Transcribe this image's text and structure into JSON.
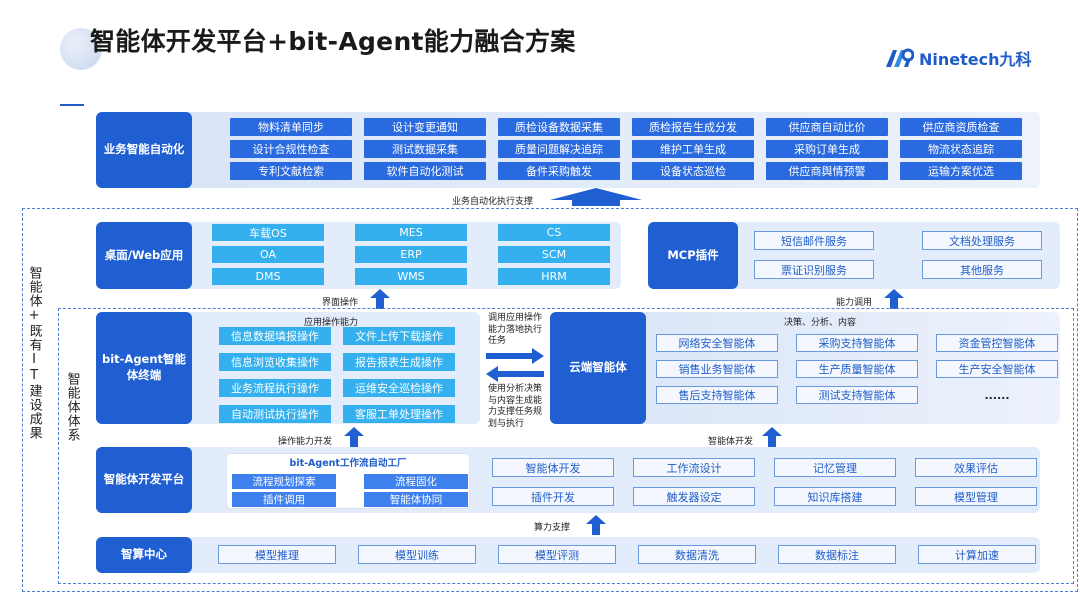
{
  "title": "智能体开发平台+bit-Agent能力融合方案",
  "logo": {
    "brand": "Ninetech九科",
    "icon": "ninetech-logo-icon"
  },
  "outer_label": "智能体+既有IT建设成果",
  "inner_label": "智能体体系",
  "business": {
    "label": "业务智能自动化",
    "items": [
      "物料清单同步",
      "设计变更通知",
      "质检设备数据采集",
      "质检报告生成分发",
      "供应商自动比价",
      "供应商资质检查",
      "设计合规性检查",
      "测试数据采集",
      "质量问题解决追踪",
      "维护工单生成",
      "采购订单生成",
      "物流状态追踪",
      "专利文献检索",
      "软件自动化测试",
      "备件采购触发",
      "设备状态巡检",
      "供应商舆情预警",
      "运输方案优选"
    ],
    "support_text": "业务自动化执行支撑"
  },
  "desktop": {
    "label": "桌面/Web应用",
    "items": [
      "车载OS",
      "MES",
      "CS",
      "OA",
      "ERP",
      "SCM",
      "DMS",
      "WMS",
      "HRM"
    ],
    "arrow_text": "界面操作"
  },
  "mcp": {
    "label": "MCP插件",
    "items": [
      "短信邮件服务",
      "文档处理服务",
      "票证识别服务",
      "其他服务"
    ],
    "arrow_text": "能力调用"
  },
  "terminal": {
    "label": "bit-Agent智能体终端",
    "top_text": "应用操作能力",
    "items": [
      "信息数据填报操作",
      "文件上传下载操作",
      "信息浏览收集操作",
      "报告报表生成操作",
      "业务流程执行操作",
      "运维安全巡检操作",
      "自动测试执行操作",
      "客服工单处理操作"
    ],
    "arrow_text": "操作能力开发"
  },
  "exchange": {
    "top_text": "调用应用操作能力落地执行任务",
    "bottom_text": "使用分析决策与内容生成能力支撑任务规划与执行"
  },
  "cloud": {
    "label": "云端智能体",
    "top_text": "决策、分析、内容",
    "items": [
      "网络安全智能体",
      "采购支持智能体",
      "资金管控智能体",
      "销售业务智能体",
      "生产质量智能体",
      "生产安全智能体",
      "售后支持智能体",
      "测试支持智能体",
      "......"
    ],
    "arrow_text": "智能体开发"
  },
  "platform": {
    "label": "智能体开发平台",
    "workflow_title": "bit-Agent工作流自动工厂",
    "workflow_items": [
      "流程规划探索",
      "流程固化",
      "插件调用",
      "智能体协同"
    ],
    "items": [
      "智能体开发",
      "工作流设计",
      "记忆管理",
      "效果评估",
      "插件开发",
      "触发器设定",
      "知识库搭建",
      "模型管理"
    ],
    "arrow_text": "算力支撑"
  },
  "compute": {
    "label": "智算中心",
    "items": [
      "模型推理",
      "模型训练",
      "模型评测",
      "数据清洗",
      "数据标注",
      "计算加速"
    ]
  },
  "colors": {
    "primary": "#1f5fd1",
    "chip": "#2a6ae0",
    "sky": "#35b0ee",
    "band": "#e3ecfa"
  }
}
